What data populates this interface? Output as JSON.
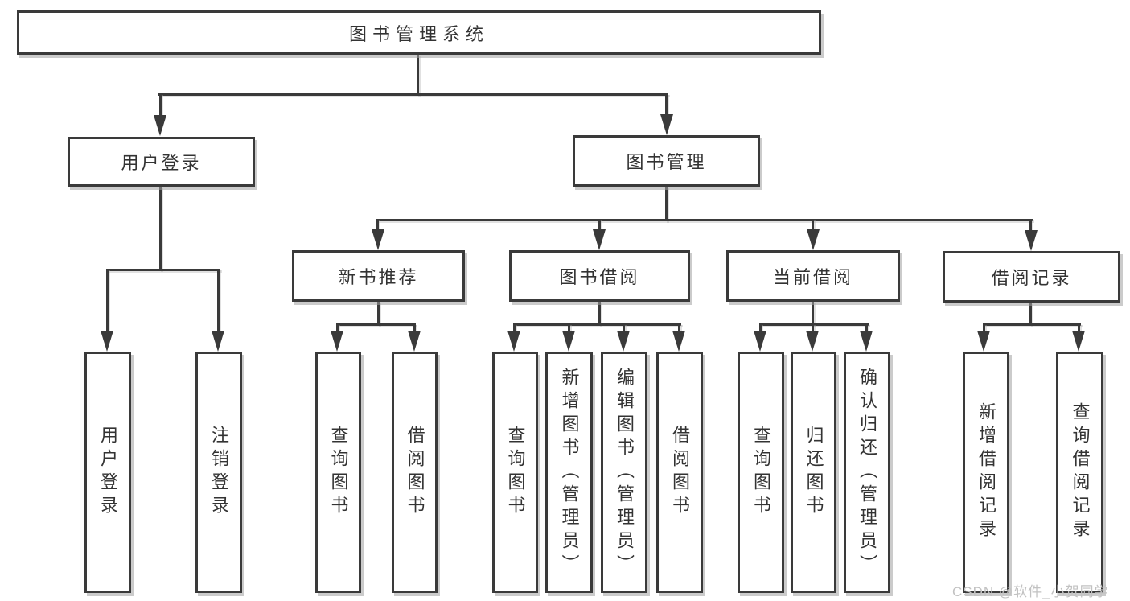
{
  "diagram": {
    "type": "hierarchy-tree",
    "root": {
      "label": "图书管理系统",
      "children": [
        {
          "label": "用户登录",
          "children": [
            {
              "label": "用户登录"
            },
            {
              "label": "注销登录"
            }
          ]
        },
        {
          "label": "图书管理",
          "children": [
            {
              "label": "新书推荐",
              "children": [
                {
                  "label": "查询图书"
                },
                {
                  "label": "借阅图书"
                }
              ]
            },
            {
              "label": "图书借阅",
              "children": [
                {
                  "label": "查询图书"
                },
                {
                  "label": "新增图书（管理员）"
                },
                {
                  "label": "编辑图书（管理员）"
                },
                {
                  "label": "借阅图书"
                }
              ]
            },
            {
              "label": "当前借阅",
              "children": [
                {
                  "label": "查询图书"
                },
                {
                  "label": "归还图书"
                },
                {
                  "label": "确认归还（管理员）"
                }
              ]
            },
            {
              "label": "借阅记录",
              "children": [
                {
                  "label": "新增借阅记录"
                },
                {
                  "label": "查询借阅记录"
                }
              ]
            }
          ]
        }
      ]
    },
    "colors": {
      "line": "#3a3a3a",
      "text": "#333333",
      "background": "#ffffff",
      "watermark": "#c2c2c2"
    },
    "watermark": "CSDN @软件_小贺同学"
  }
}
